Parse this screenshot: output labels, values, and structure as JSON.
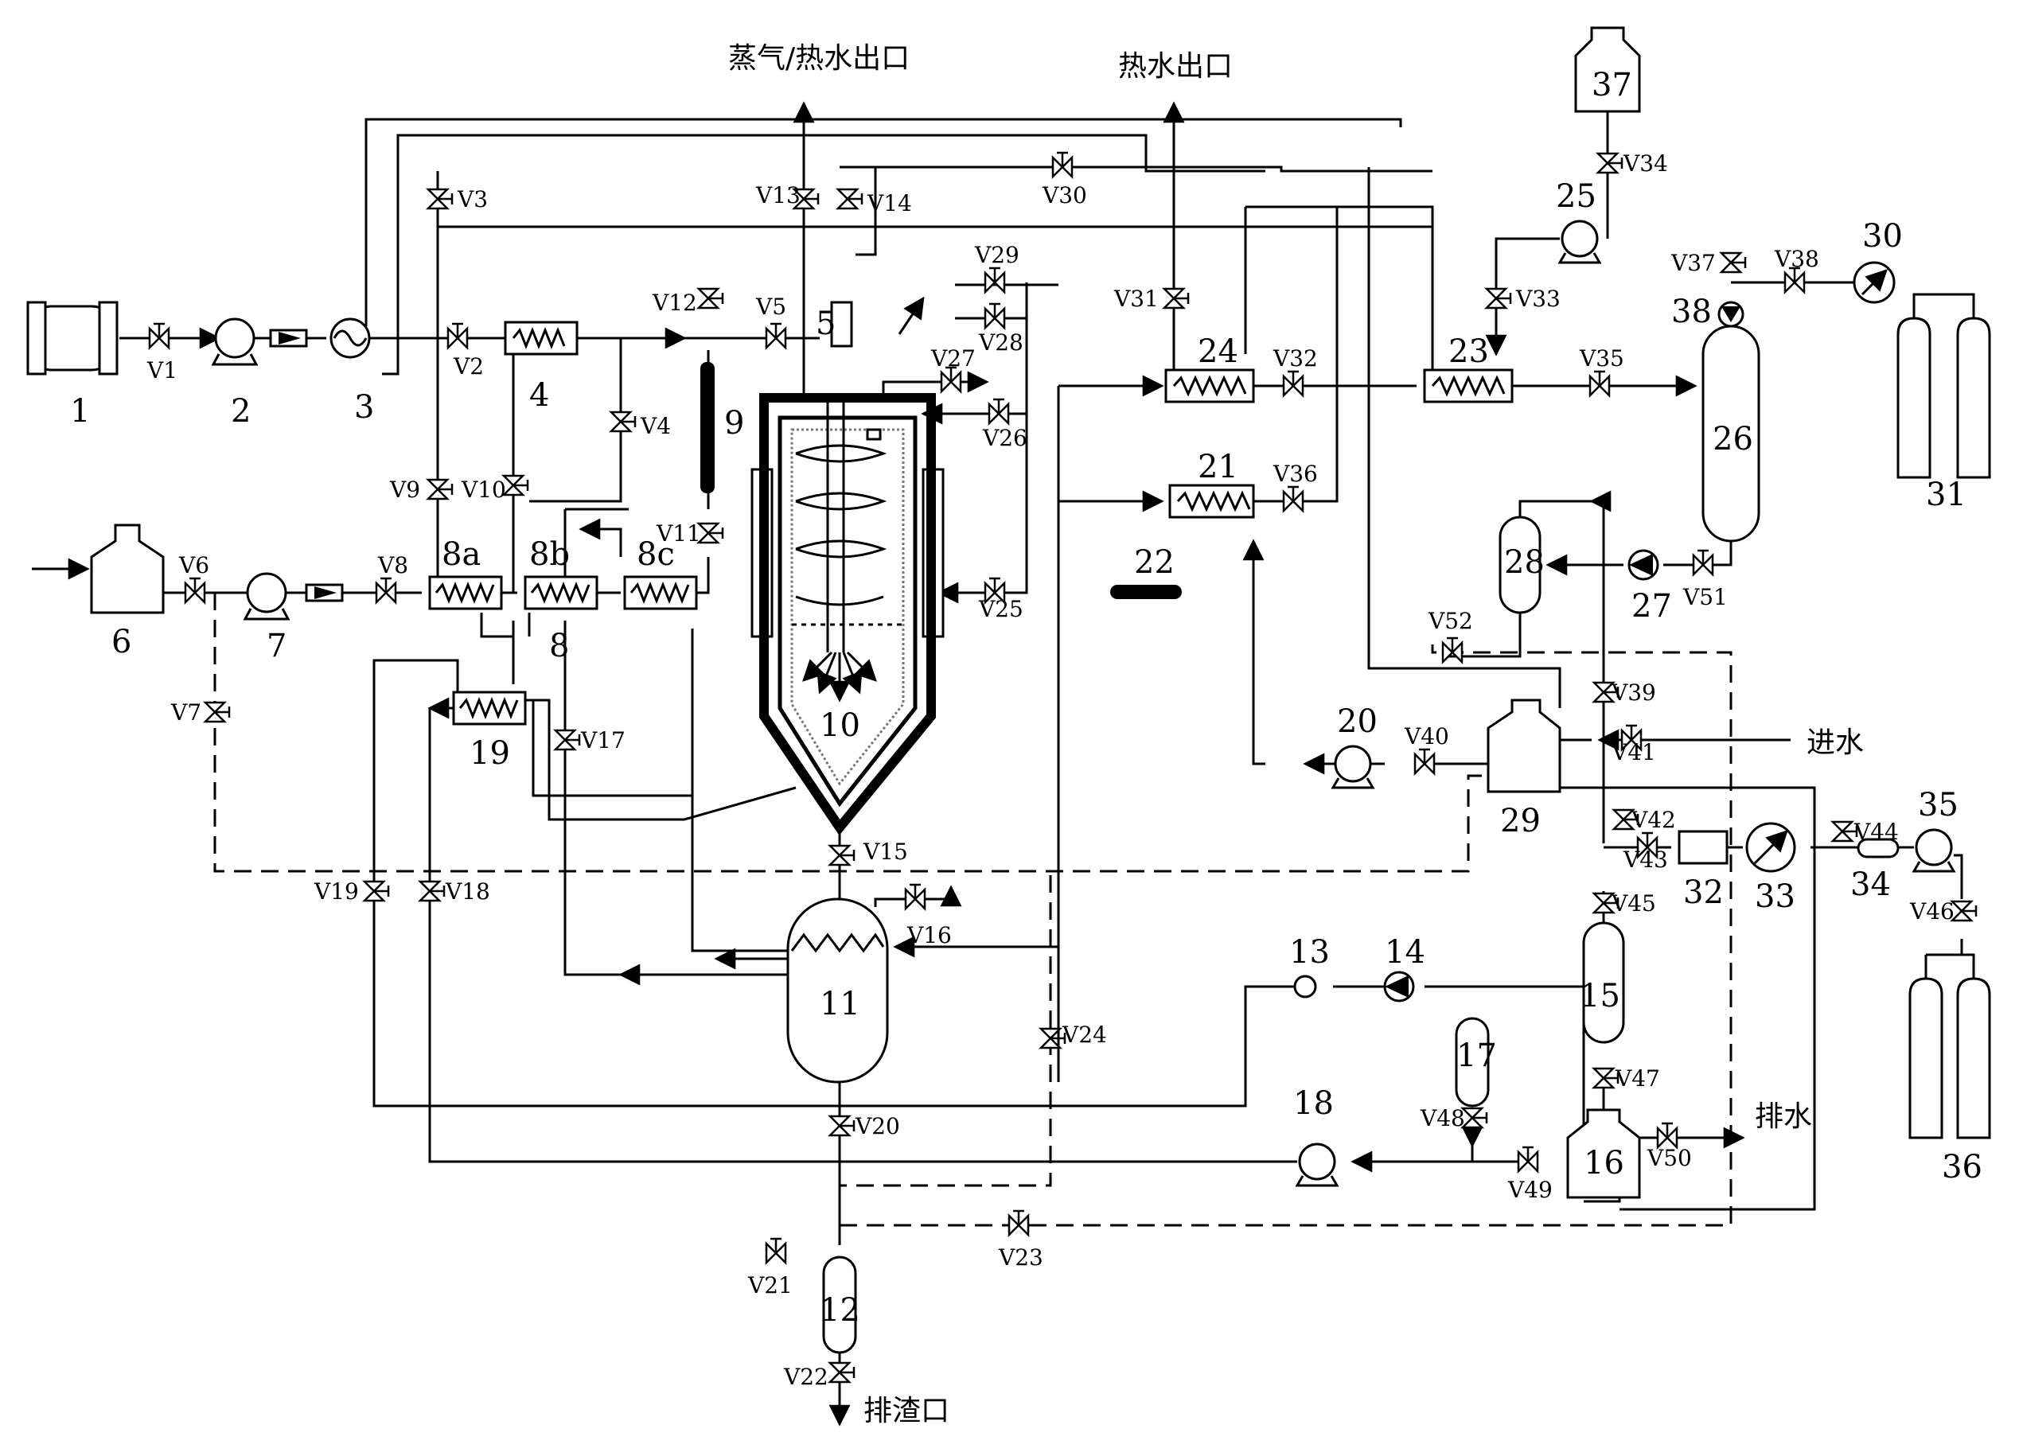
{
  "labels": {
    "steam_outlet": "蒸气/热水出口",
    "hot_water_outlet": "热水出口",
    "water_in": "进水",
    "drain": "排水",
    "slag_outlet": "排渣口"
  },
  "equipment": {
    "e1": "1",
    "e2": "2",
    "e3": "3",
    "e4": "4",
    "e5": "5",
    "e6": "6",
    "e7": "7",
    "e8": "8",
    "e8a": "8a",
    "e8b": "8b",
    "e8c": "8c",
    "e9": "9",
    "e10": "10",
    "e11": "11",
    "e12": "12",
    "e13": "13",
    "e14": "14",
    "e15": "15",
    "e16": "16",
    "e17": "17",
    "e18": "18",
    "e19": "19",
    "e20": "20",
    "e21": "21",
    "e22": "22",
    "e23": "23",
    "e24": "24",
    "e25": "25",
    "e26": "26",
    "e27": "27",
    "e28": "28",
    "e29": "29",
    "e30": "30",
    "e31": "31",
    "e32": "32",
    "e33": "33",
    "e34": "34",
    "e35": "35",
    "e36": "36",
    "e37": "37",
    "e38": "38"
  },
  "valves": {
    "V1": "V1",
    "V2": "V2",
    "V3": "V3",
    "V4": "V4",
    "V5": "V5",
    "V6": "V6",
    "V7": "V7",
    "V8": "V8",
    "V9": "V9",
    "V10": "V10",
    "V11": "V11",
    "V12": "V12",
    "V13": "V13",
    "V14": "V14",
    "V15": "V15",
    "V16": "V16",
    "V17": "V17",
    "V18": "V18",
    "V19": "V19",
    "V20": "V20",
    "V21": "V21",
    "V22": "V22",
    "V23": "V23",
    "V24": "V24",
    "V25": "V25",
    "V26": "V26",
    "V27": "V27",
    "V28": "V28",
    "V29": "V29",
    "V30": "V30",
    "V31": "V31",
    "V32": "V32",
    "V33": "V33",
    "V34": "V34",
    "V35": "V35",
    "V36": "V36",
    "V37": "V37",
    "V38": "V38",
    "V39": "V39",
    "V40": "V40",
    "V41": "V41",
    "V42": "V42",
    "V43": "V43",
    "V44": "V44",
    "V45": "V45",
    "V46": "V46",
    "V47": "V47",
    "V48": "V48",
    "V49": "V49",
    "V50": "V50",
    "V51": "V51",
    "V52": "V52"
  }
}
